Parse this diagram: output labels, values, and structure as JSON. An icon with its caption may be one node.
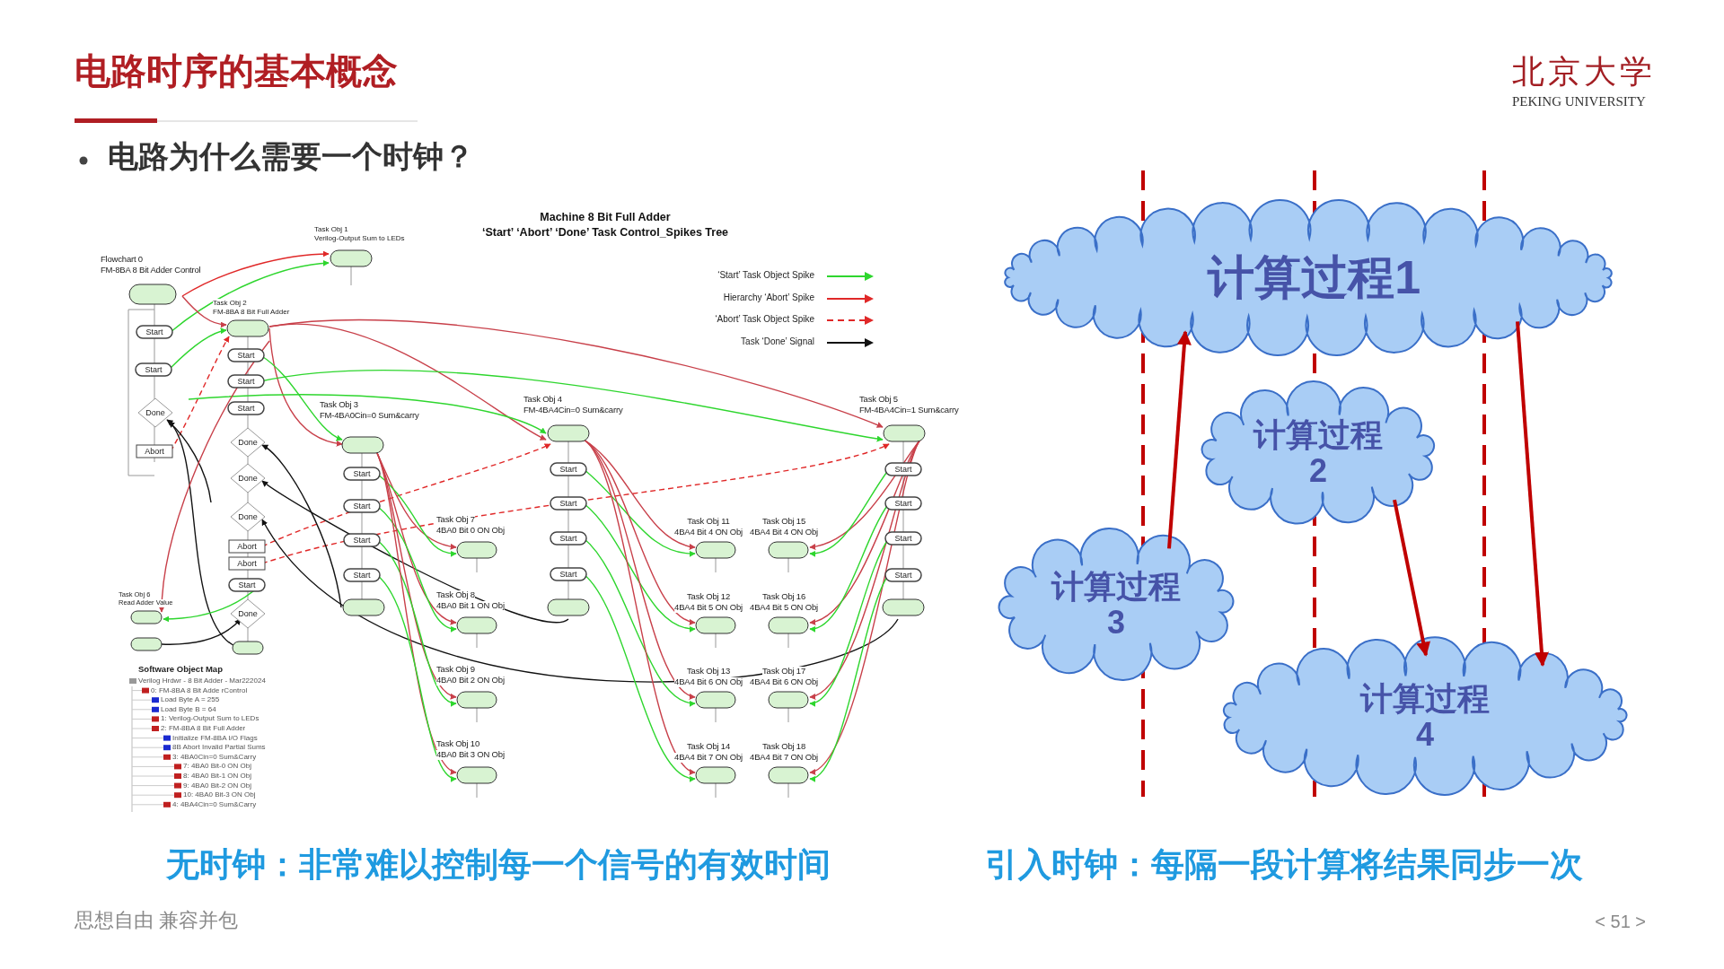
{
  "diagram": {
    "title": "电路时序的基本概念",
    "nodes": [
      {
        "text": [
          "计算过程1"
        ]
      },
      {
        "text": [
          "计算过程2"
        ]
      },
      {
        "text": [
          "计算过程3"
        ]
      },
      {
        "text": [
          "计算过程4"
        ]
      }
    ],
    "edges": [
      {
        "from": 2,
        "to": 0,
        "arrow": "to"
      },
      {
        "from": 1,
        "to": 3,
        "arrow": "to"
      },
      {
        "from": 0,
        "to": 3,
        "arrow": "to"
      }
    ],
    "labels": [
      "电路为什么需要一个时钟？",
      "北京大学",
      "PEKING UNIVERSITY",
      "Machine 8 Bit Full Adder",
      "‘Start’ ‘Abort’ ‘Done’ Task Control_Spikes Tree",
      "Flowchart 0",
      "FM-8BA 8 Bit Adder Control",
      "Task Obj 1",
      "Verilog-Output Sum to LEDs",
      "Task Obj 2",
      "FM-8BA 8 Bit Full Adder",
      "Task Obj 3",
      "FM-4BA0Cin=0 Sum&carry",
      "Task Obj 4",
      "FM-4BA4Cin=0 Sum&carry",
      "Task Obj 5",
      "FM-4BA4Cin=1 Sum&carry",
      "Task Obj 6",
      "Read Adder Value",
      "Task Obj 7",
      "4BA0 Bit 0 ON Obj",
      "Task Obj 8",
      "4BA0 Bit 1 ON Obj",
      "Task Obj 9",
      "4BA0 Bit 2 ON Obj",
      "Task Obj 10",
      "4BA0 Bit 3 ON Obj",
      "Task Obj 11",
      "4BA4 Bit 4 ON Obj",
      "Task Obj 12",
      "4BA4 Bit 5 ON Obj",
      "Task Obj 13",
      "4BA4 Bit 6 ON Obj",
      "Task Obj 14",
      "4BA4 Bit 7 ON Obj",
      "Task Obj 15",
      "4BA4 Bit 4 ON Obj",
      "Task Obj 16",
      "4BA4 Bit 5 ON Obj",
      "Task Obj 17",
      "4BA4 Bit 6 ON Obj",
      "Task Obj 18",
      "4BA4 Bit 7 ON Obj",
      "Software Object Map",
      "Verilog Hrdwr - 8 Bit Adder - Mar222024",
      "0: FM-8BA 8 Bit Adde rControl",
      "Load Byte A = 255",
      "Load Byte B = 64",
      "1: Verilog-Output Sum to LEDs",
      "2: FM-8BA 8 Bit Full Adder",
      "Initialize FM-8BA I/O Flags",
      "8B Abort Invalid Partial Sums",
      "3: 4BA0Cin=0 Sum&Carry",
      "7: 4BA0 Bit-0 ON Obj",
      "8: 4BA0 Bit-1 ON Obj",
      "9: 4BA0 Bit-2 ON Obj",
      "10: 4BA0 Bit-3 ON Obj",
      "4: 4BA4Cin=0 Sum&Carry",
      "Start",
      "Start",
      "Done",
      "Abort",
      "Start",
      "Start",
      "Start",
      "Done",
      "Done",
      "Done",
      "Abort",
      "Abort",
      "Start",
      "Done",
      "Start",
      "Start",
      "Start",
      "Start",
      "Start",
      "Start",
      "Start",
      "Start",
      "Start",
      "Start",
      "Start",
      "Start",
      "无时钟：非常难以控制每一个信号的有效时间",
      "引入时钟：每隔一段计算将结果同步一次",
      "思想自由 兼容并包",
      "< 51 >"
    ],
    "legend": [
      {
        "text": "‘Start’ Task Object Spike"
      },
      {
        "text": "Hierarchy ‘Abort’ Spike"
      },
      {
        "text": "‘Abort’ Task Object Spike"
      },
      {
        "text": "Task ‘Done’ Signal"
      }
    ]
  }
}
